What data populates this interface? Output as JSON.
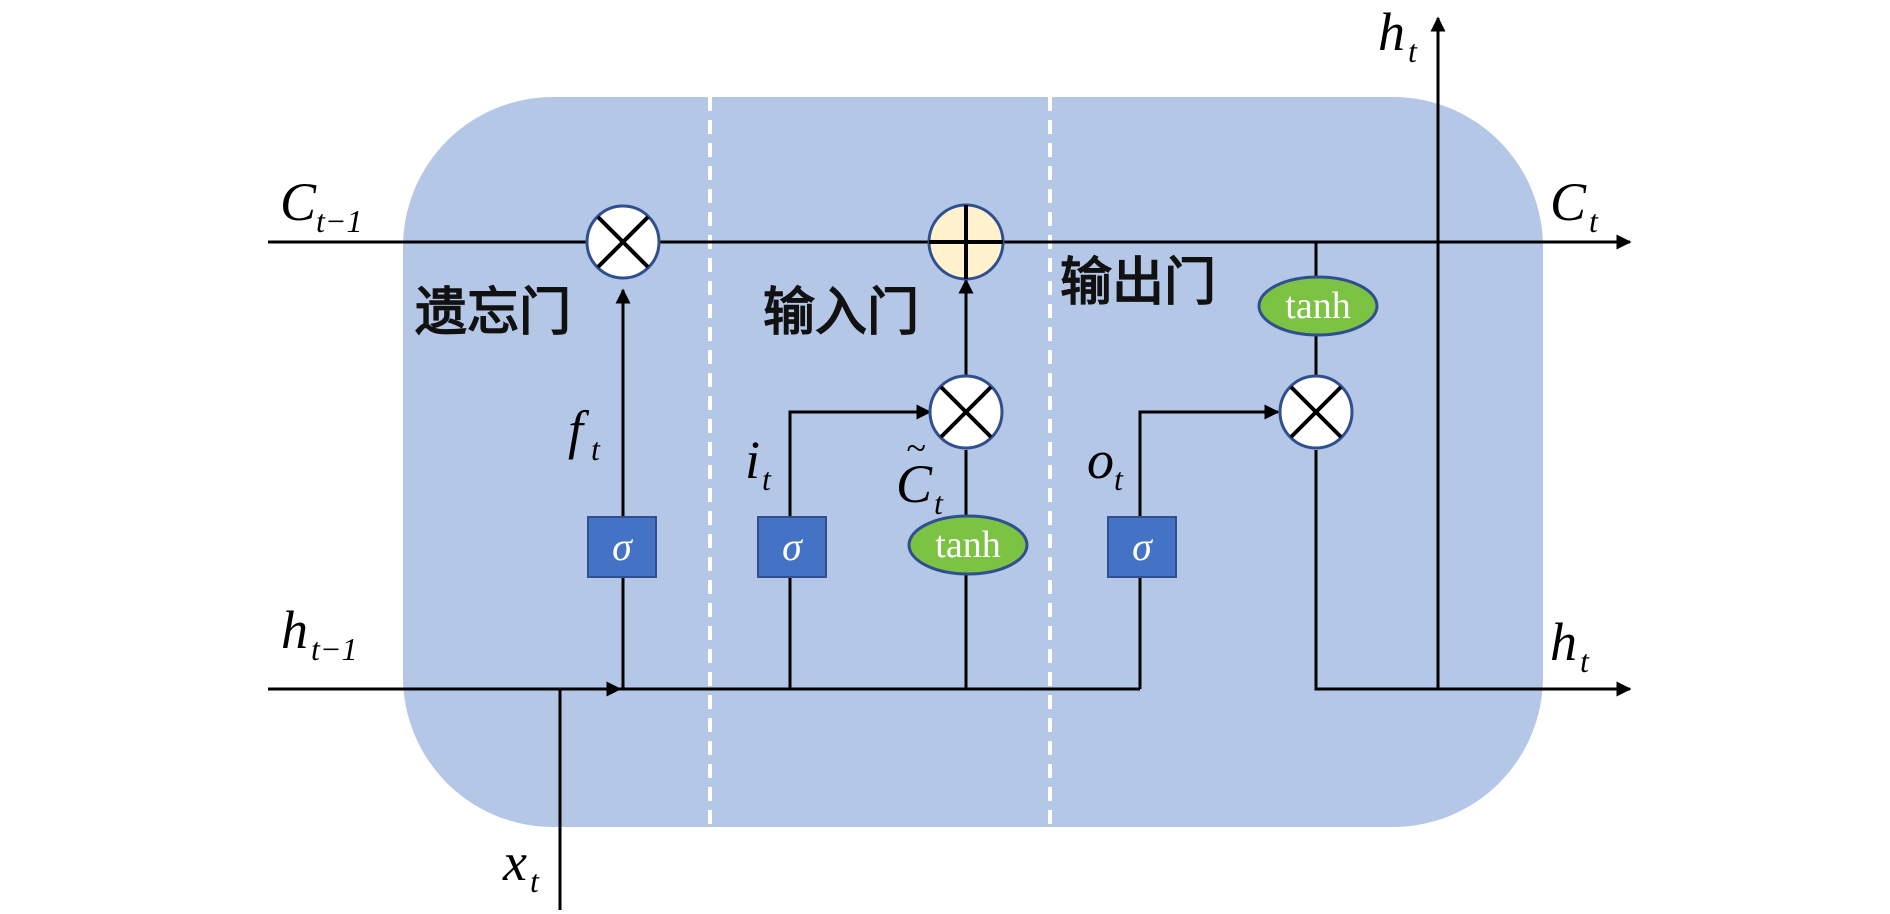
{
  "colors": {
    "cell_bg": "#b4c7e7",
    "sigma_box": "#4472c4",
    "tanh_ellipse": "#7cc243",
    "plus_node": "#fff2cc",
    "node_border": "#2f4f8f",
    "divider": "#ffffff"
  },
  "gates": {
    "forget": "遗忘门",
    "input": "输入门",
    "output": "输出门"
  },
  "symbols": {
    "c_prev": "C",
    "c_prev_sub": "t−1",
    "c_out": "C",
    "c_out_sub": "t",
    "h_prev": "h",
    "h_prev_sub": "t−1",
    "h_out_right": "h",
    "h_out_right_sub": "t",
    "h_out_top": "h",
    "h_out_top_sub": "t",
    "x_in": "x",
    "x_in_sub": "t",
    "f": "f",
    "f_sub": "t",
    "i": "i",
    "i_sub": "t",
    "o": "o",
    "o_sub": "t",
    "c_tilde": "C",
    "c_tilde_mark": "~",
    "c_tilde_sub": "t"
  },
  "ops": {
    "sigma": "σ",
    "tanh": "tanh"
  },
  "icons": {
    "multiply": "multiply-node-icon",
    "add": "add-node-icon",
    "arrow": "arrowhead-icon"
  }
}
